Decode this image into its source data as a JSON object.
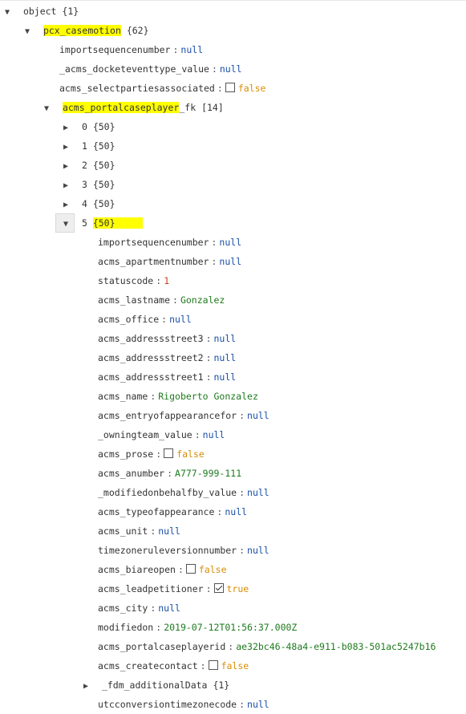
{
  "root": {
    "label": "object",
    "count": "{1}"
  },
  "casemotion": {
    "label": "pcx_casemotion",
    "count": "{62}"
  },
  "top_fields": [
    {
      "key": "importsequencenumber",
      "type": "null",
      "value": "null"
    },
    {
      "key": "_acms_docketeventtype_value",
      "type": "null",
      "value": "null"
    },
    {
      "key": "acms_selectpartiesassociated",
      "type": "bool",
      "value": "false",
      "checked": false
    }
  ],
  "portal": {
    "label": "acms_portalcaseplayer_fk",
    "count": "[14]"
  },
  "items": [
    {
      "index": "0",
      "count": "{50}"
    },
    {
      "index": "1",
      "count": "{50}"
    },
    {
      "index": "2",
      "count": "{50}"
    },
    {
      "index": "3",
      "count": "{50}"
    },
    {
      "index": "4",
      "count": "{50}"
    },
    {
      "index": "5",
      "count": "{50}"
    }
  ],
  "item5_fields": [
    {
      "key": "importsequencenumber",
      "type": "null",
      "value": "null"
    },
    {
      "key": "acms_apartmentnumber",
      "type": "null",
      "value": "null"
    },
    {
      "key": "statuscode",
      "type": "num",
      "value": "1"
    },
    {
      "key": "acms_lastname",
      "type": "str",
      "value": "Gonzalez"
    },
    {
      "key": "acms_office",
      "type": "null",
      "value": "null"
    },
    {
      "key": "acms_addressstreet3",
      "type": "null",
      "value": "null"
    },
    {
      "key": "acms_addressstreet2",
      "type": "null",
      "value": "null"
    },
    {
      "key": "acms_addressstreet1",
      "type": "null",
      "value": "null"
    },
    {
      "key": "acms_name",
      "type": "str",
      "value": "Rigoberto Gonzalez"
    },
    {
      "key": "acms_entryofappearancefor",
      "type": "null",
      "value": "null"
    },
    {
      "key": "_owningteam_value",
      "type": "null",
      "value": "null"
    },
    {
      "key": "acms_prose",
      "type": "bool",
      "value": "false",
      "checked": false
    },
    {
      "key": "acms_anumber",
      "type": "str",
      "value": "A777-999-111"
    },
    {
      "key": "_modifiedonbehalfby_value",
      "type": "null",
      "value": "null"
    },
    {
      "key": "acms_typeofappearance",
      "type": "null",
      "value": "null"
    },
    {
      "key": "acms_unit",
      "type": "null",
      "value": "null"
    },
    {
      "key": "timezoneruleversionnumber",
      "type": "null",
      "value": "null"
    },
    {
      "key": "acms_biareopen",
      "type": "bool",
      "value": "false",
      "checked": false
    },
    {
      "key": "acms_leadpetitioner",
      "type": "bool",
      "value": "true",
      "checked": true
    },
    {
      "key": "acms_city",
      "type": "null",
      "value": "null"
    },
    {
      "key": "modifiedon",
      "type": "str",
      "value": "2019-07-12T01:56:37.000Z"
    },
    {
      "key": "acms_portalcaseplayerid",
      "type": "str",
      "value": "ae32bc46-48a4-e911-b083-501ac5247b16"
    },
    {
      "key": "acms_createcontact",
      "type": "bool",
      "value": "false",
      "checked": false
    }
  ],
  "additional": {
    "label": "_fdm_additionalData",
    "count": "{1}"
  },
  "last_field": {
    "key": "utcconversiontimezonecode",
    "type": "null",
    "value": "null"
  },
  "icons": {
    "expanded": "▼",
    "collapsed": "▶"
  },
  "colors": {
    "null": "#1a4fa6",
    "number": "#c4441c",
    "string": "#1e7a1e",
    "boolean": "#d98e04",
    "highlight": "#ffff00"
  }
}
